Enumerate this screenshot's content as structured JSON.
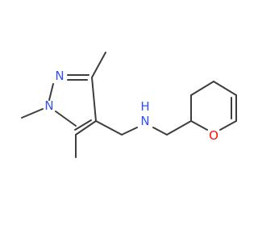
{
  "molecule": {
    "atoms": {
      "n2": {
        "symbol": "N",
        "color": "#3050f8"
      },
      "n1": {
        "symbol": "N",
        "color": "#3050f8"
      },
      "nh": {
        "symbol": "N",
        "color": "#3050f8"
      },
      "h": {
        "symbol": "H",
        "color": "#3050f8"
      },
      "o": {
        "symbol": "O",
        "color": "#ff0d0d"
      }
    },
    "bond_color": "#3d3d3d"
  }
}
